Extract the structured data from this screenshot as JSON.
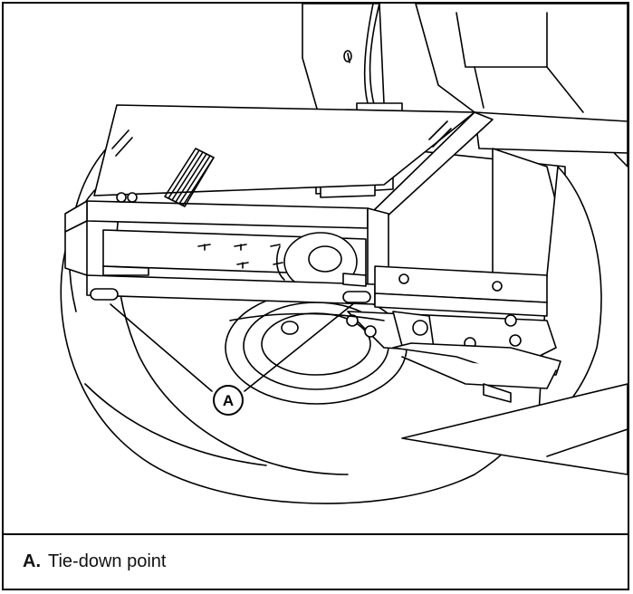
{
  "callout": {
    "letter": "A"
  },
  "legend": [
    {
      "key": "A.",
      "text": "Tie-down point"
    }
  ]
}
